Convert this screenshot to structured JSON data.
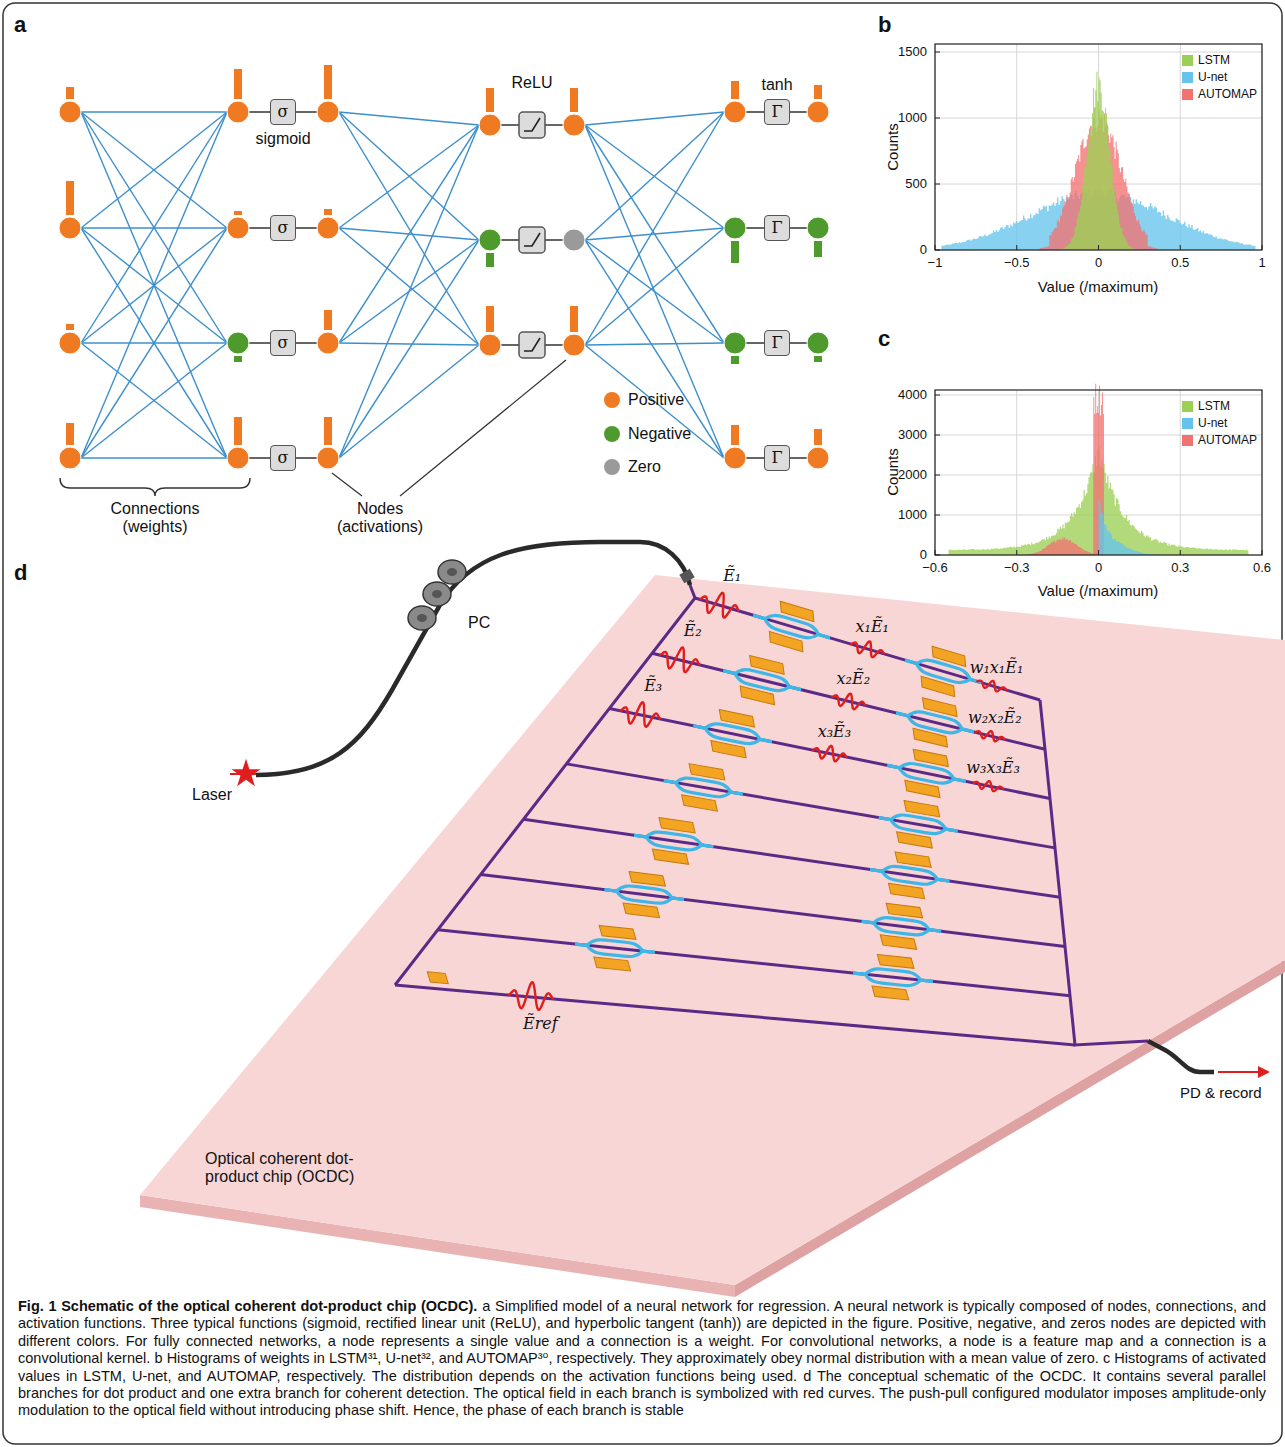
{
  "diagram": {
    "title": "Fig. 1 Schematic of the optical coherent dot-product chip (OCDC).",
    "caption": "a Simplified model of a neural network for regression. A neural network is typically composed of nodes, connections, and activation functions. Three typical functions (sigmoid, rectified linear unit (ReLU), and hyperbolic tangent (tanh)) are depicted in the figure. Positive, negative, and zeros nodes are depicted with different colors. For fully connected networks, a node represents a single value and a connection is a weight. For convolutional networks, a node is a feature map and a connection is a convolutional kernel. b Histograms of weights in LSTM³¹, U-net³², and AUTOMAP³⁰, respectively. They approximately obey normal distribution with a mean value of zero. c Histograms of activated values in LSTM, U-net, and AUTOMAP, respectively. The distribution depends on the activation functions being used. d The conceptual schematic of the OCDC. It contains several parallel branches for dot product and one extra branch for coherent detection. The optical field in each branch is symbolized with red curves. The push-pull configured modulator imposes amplitude-only modulation to the optical field without introducing phase shift. Hence, the phase of each branch is stable",
    "nodes": [
      {
        "text": [
          "σ"
        ]
      },
      {
        "text": [
          "σ"
        ]
      },
      {
        "text": [
          "σ"
        ]
      },
      {
        "text": [
          "σ"
        ]
      },
      {
        "text": [
          "Γ"
        ]
      },
      {
        "text": [
          "Γ"
        ]
      },
      {
        "text": [
          "Γ"
        ]
      },
      {
        "text": [
          "Γ"
        ]
      }
    ],
    "labels": [
      "a",
      "sigmoid",
      "ReLU",
      "tanh",
      "Connections (weights)",
      "Nodes (activations)",
      "b",
      "1500",
      "1000",
      "500",
      "0",
      "−1",
      "−0.5",
      "0",
      "0.5",
      "1",
      "Counts",
      "Value (/maximum)",
      "c",
      "4000",
      "3000",
      "2000",
      "1000",
      "0",
      "−0.6",
      "−0.3",
      "0",
      "0.3",
      "0.6",
      "Counts",
      "Value (/maximum)",
      "d",
      "Laser",
      "PC",
      "PD & record",
      "Optical coherent dot-product chip (OCDC)",
      "Ẽ₁",
      "x₁Ẽ₁",
      "w₁x₁Ẽ₁",
      "Ẽ₂",
      "x₂Ẽ₂",
      "w₂x₂Ẽ₂",
      "Ẽ₃",
      "x₃Ẽ₃",
      "w₃x₃Ẽ₃",
      "Ẽref"
    ],
    "legend": [
      {
        "text": "Positive",
        "color": "#f07a22"
      },
      {
        "text": "Negative",
        "color": "#4f9a2c"
      },
      {
        "text": "Zero",
        "color": "#9a9a9a"
      },
      {
        "text": "LSTM",
        "color": "#9ccf55"
      },
      {
        "text": "U-net",
        "color": "#66c4ec"
      },
      {
        "text": "AUTOMAP",
        "color": "#f27272"
      },
      {
        "text": "LSTM",
        "color": "#9ccf55"
      },
      {
        "text": "U-net",
        "color": "#66c4ec"
      },
      {
        "text": "AUTOMAP",
        "color": "#f27272"
      }
    ]
  }
}
